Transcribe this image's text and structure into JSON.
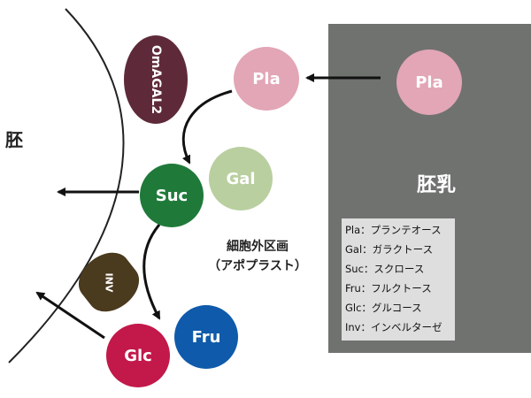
{
  "embryo_label": "胚",
  "endosperm_label": "胚乳",
  "apoplast_label": [
    "細胞外区画",
    "（アポプラスト）"
  ],
  "nodes": {
    "pla_endosperm": "Pla",
    "pla": "Pla",
    "suc": "Suc",
    "gal": "Gal",
    "glc": "Glc",
    "fru": "Fru"
  },
  "enzymes": {
    "omagal2": "OmAGAL2",
    "inv": "INV"
  },
  "legend": [
    "Pla：プランテオース",
    "Gal：ガラクトース",
    "Suc：スクロース",
    "Fru：フルクトース",
    "Glc：グルコース",
    "Inv：インベルターゼ"
  ],
  "colors": {
    "pla": "#e2a6b6",
    "suc": "#1f7a3a",
    "gal": "#b9cfa0",
    "glc": "#c2184a",
    "fru": "#0f5aaa",
    "omagal2": "#5e2a3a",
    "inv": "#4a3a1e",
    "panel": "#707270"
  }
}
